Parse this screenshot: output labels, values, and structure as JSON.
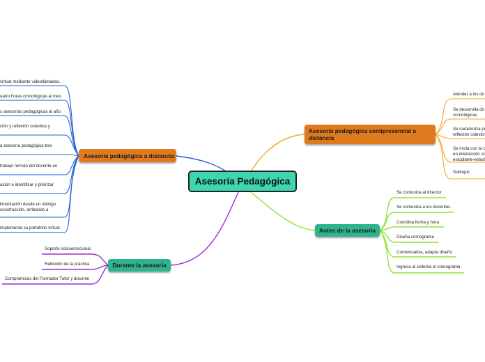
{
  "root": {
    "label": "Asesoría Pedagógica"
  },
  "colors": {
    "blue": "#1f5fd6",
    "orange": "#f5a623",
    "green": "#8fe33c",
    "purple": "#9b2bd6",
    "root_fill": "#3dd6b0",
    "orange_fill": "#e07a1e",
    "teal_fill": "#2fb38a"
  },
  "branches": {
    "distancia": {
      "label": "Asesoría pedagógica a distancia",
      "items": [
        "virtual mediante videollamadas.",
        "uatro horas cronológicas al mes",
        "s asesorías pedagógicas al año",
        "ción y reflexión colectiva y",
        "a asesoría pedagógica tres",
        "trabajo remoto del docente en",
        "ación e identificar y priorizar",
        "limentación desde un diálogo",
        "construcción, arribando a",
        "implementa su portafolio virtual"
      ]
    },
    "semipresencial": {
      "label_line1": "Asesoría pedagógica semipresencial a",
      "label_line2": "distancia",
      "items": [
        {
          "l1": "Atender a los do",
          "l2": ""
        },
        {
          "l1": "Se desarrolla do",
          "l2": "cronológicas"
        },
        {
          "l1": "Se caracteriza po",
          "l2": "reflexión colectiv"
        },
        {
          "l1": "Se inicia con la c",
          "l2": "en interacción co",
          "l3": "estudiante-estud"
        },
        {
          "l1": "Subtopic",
          "l2": ""
        }
      ]
    },
    "antes": {
      "label": "Antes de la asesoría",
      "items": [
        "Se comunica al director",
        "Se comunica a los docentes",
        "Coordina fecha y hora",
        "Diseña cronograma",
        "Contextualiza, adapta diseño",
        "Ingresa al sistema el cronograma"
      ]
    },
    "durante": {
      "label": "Durante la asesoría",
      "items": [
        "Soporte socioemocional",
        "Reflexión de la práctica",
        "Compromisos del Formador Tutor y docente"
      ]
    }
  }
}
